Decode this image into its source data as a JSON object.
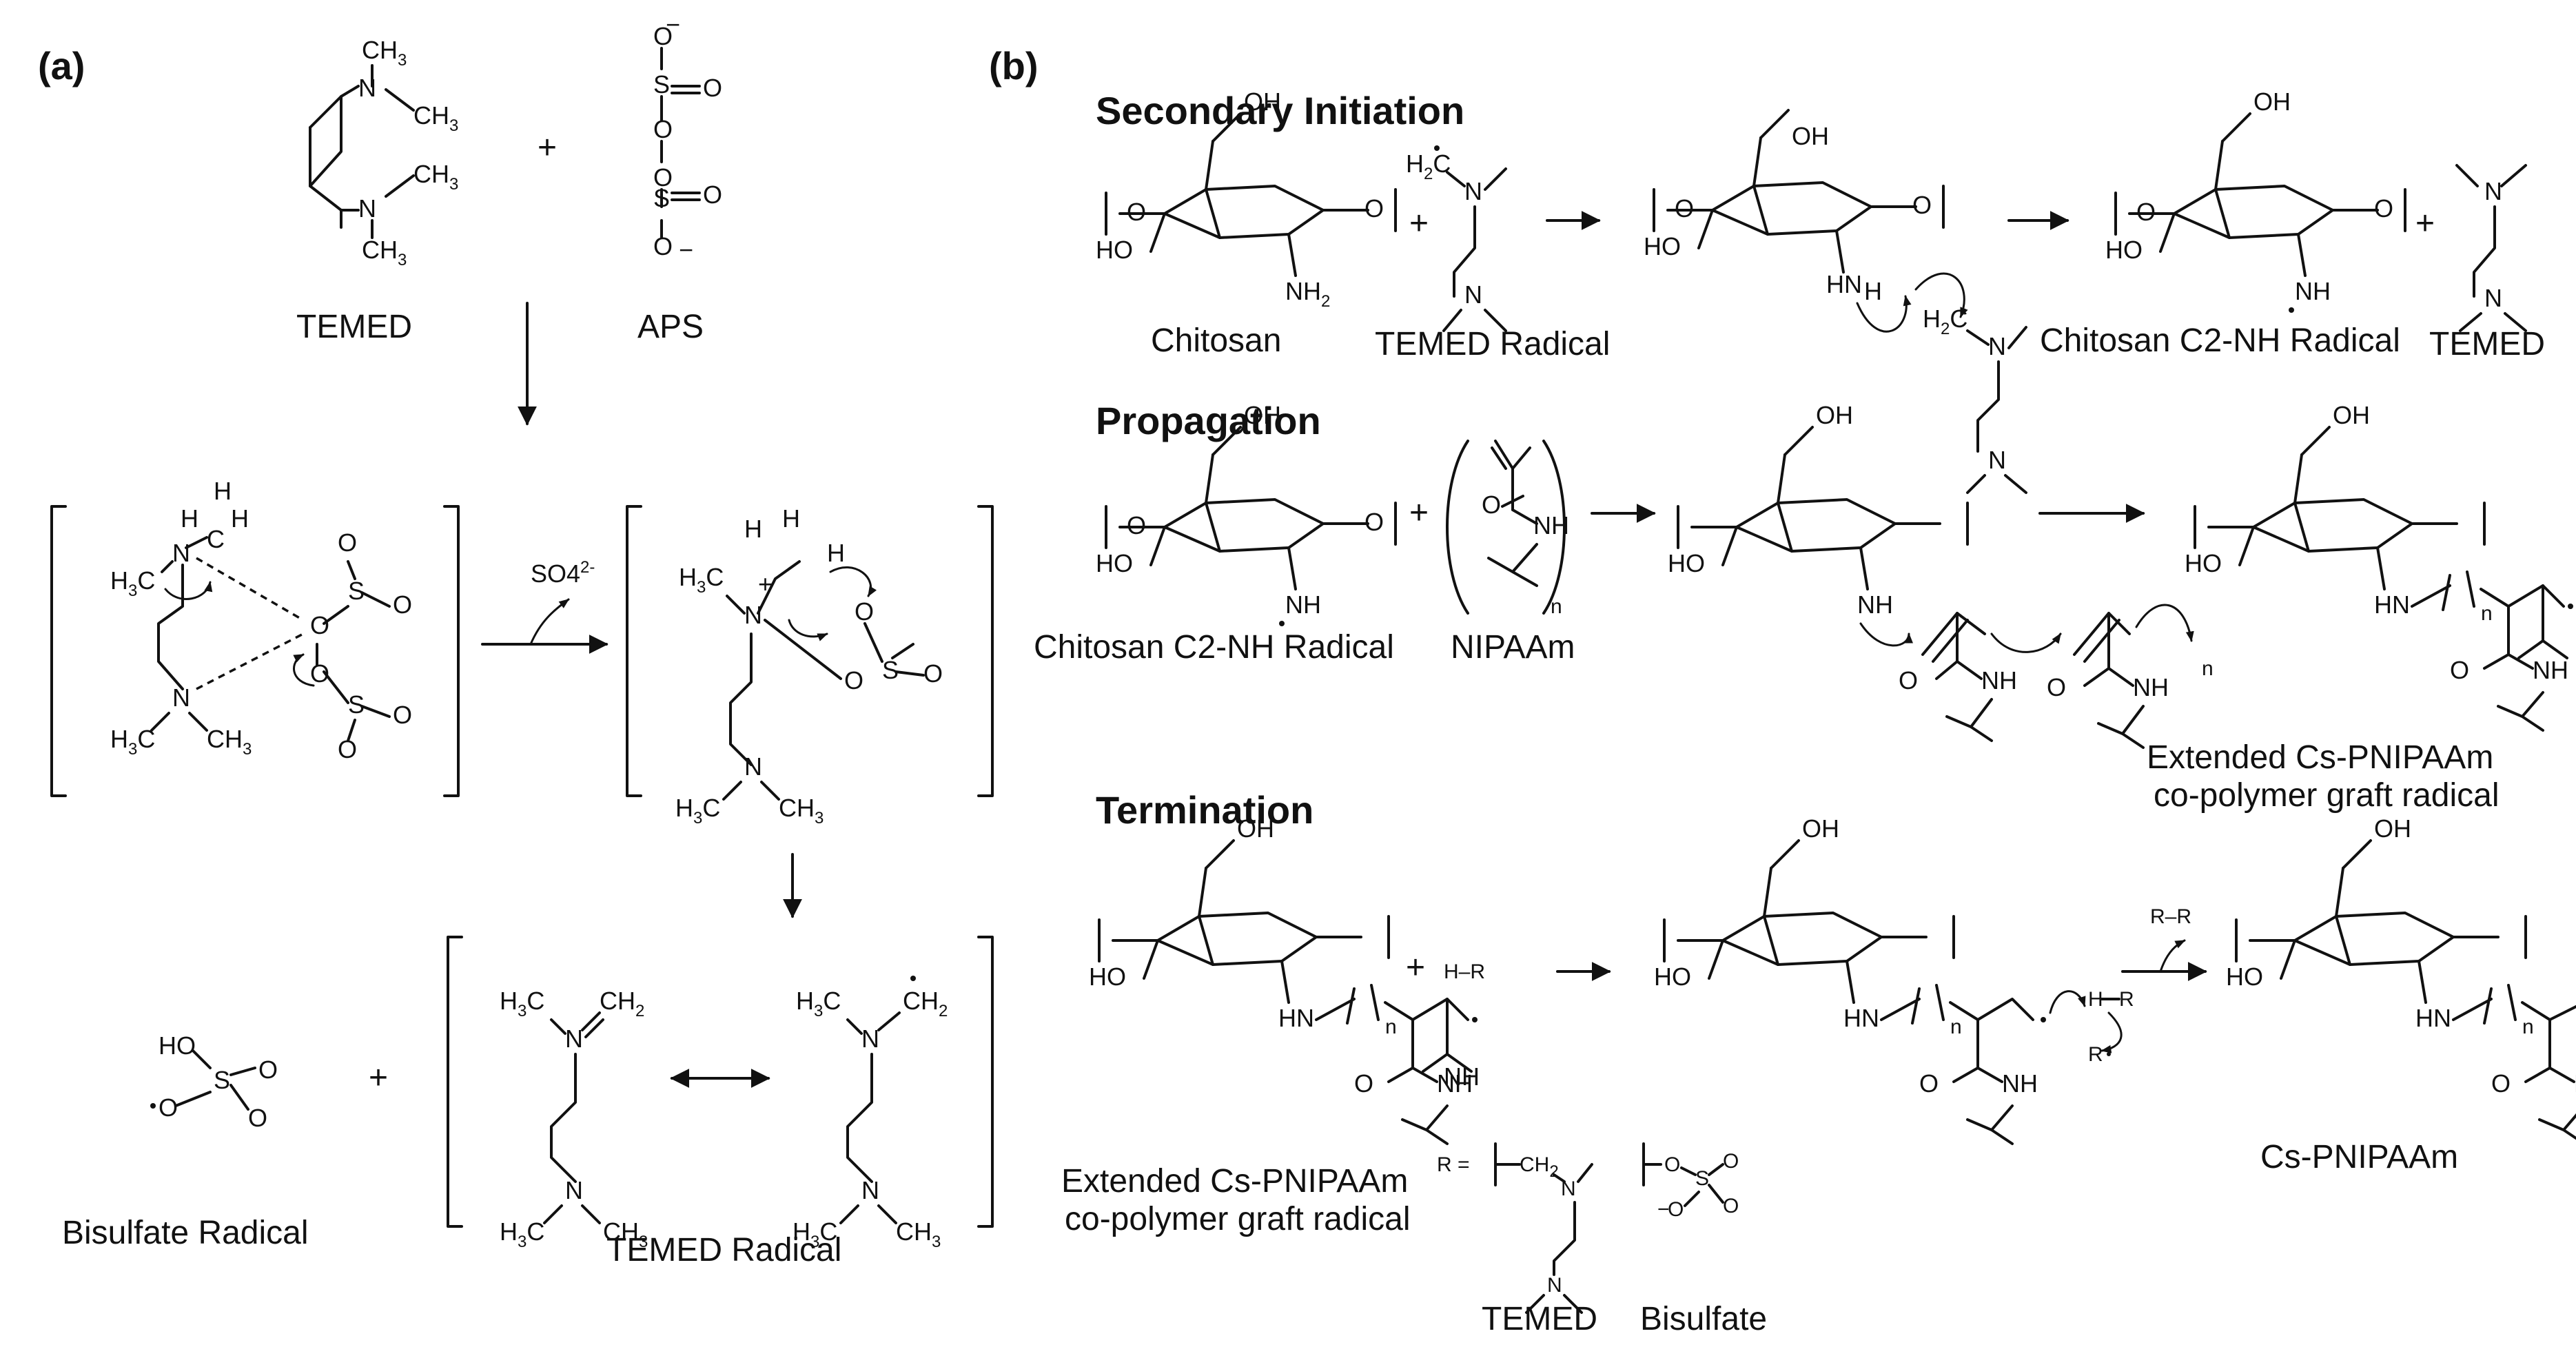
{
  "panel_a": {
    "label": "(a)",
    "temed_label": "TEMED",
    "aps_label": "APS",
    "plus": "+",
    "byproduct": "SO4",
    "byproduct_charge": "2-",
    "bisulfate_label": "Bisulfate Radical",
    "temed_radical_label": "TEMED Radical"
  },
  "panel_b": {
    "label": "(b)",
    "secondary_initiation": {
      "heading": "Secondary Initiation",
      "chitosan": "Chitosan",
      "temed_radical": "TEMED Radical",
      "chitosan_radical": "Chitosan C2-NH Radical",
      "temed": "TEMED"
    },
    "propagation": {
      "heading": "Propagation",
      "chitosan_radical": "Chitosan C2-NH Radical",
      "nipaam": "NIPAAm",
      "product_line1": "Extended Cs-PNIPAAm",
      "product_line2": "co-polymer graft radical"
    },
    "termination": {
      "heading": "Termination",
      "reactant_line1": "Extended Cs-PNIPAAm",
      "reactant_line2": "co-polymer graft radical",
      "hr": "H–R",
      "rr": "R–R",
      "r_equals": "R =",
      "temed": "TEMED",
      "bisulfate": "Bisulfate",
      "product": "Cs-PNIPAAm"
    }
  },
  "atoms": {
    "N": "N",
    "O": "O",
    "S": "S",
    "H": "H",
    "C": "C",
    "CH3": "CH",
    "H3C": "H",
    "OH": "OH",
    "HO": "HO",
    "NH": "NH",
    "NH2": "NH",
    "HN": "HN",
    "CH2": "CH",
    "R": "R",
    "n": "n",
    "minus": "−",
    "plus_charge": "+",
    "three": "3",
    "two": "2"
  }
}
